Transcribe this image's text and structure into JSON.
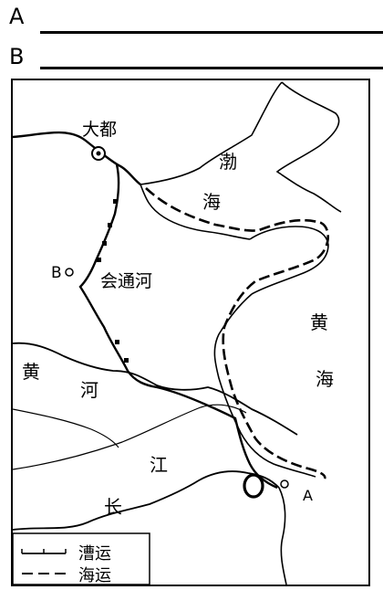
{
  "blanks": [
    {
      "letter": "A"
    },
    {
      "letter": "B"
    }
  ],
  "map": {
    "city": "大都",
    "canal": "会通河",
    "sea_bohai": [
      "渤",
      "海"
    ],
    "sea_yellow": [
      "黄",
      "海"
    ],
    "river_huang": [
      "黄",
      "河"
    ],
    "river_chang": [
      "江",
      "长"
    ],
    "point_a": "A",
    "point_b": "B",
    "legend": [
      {
        "label": "漕运",
        "style": "solid-ticked"
      },
      {
        "label": "海运",
        "style": "dashed"
      }
    ]
  }
}
